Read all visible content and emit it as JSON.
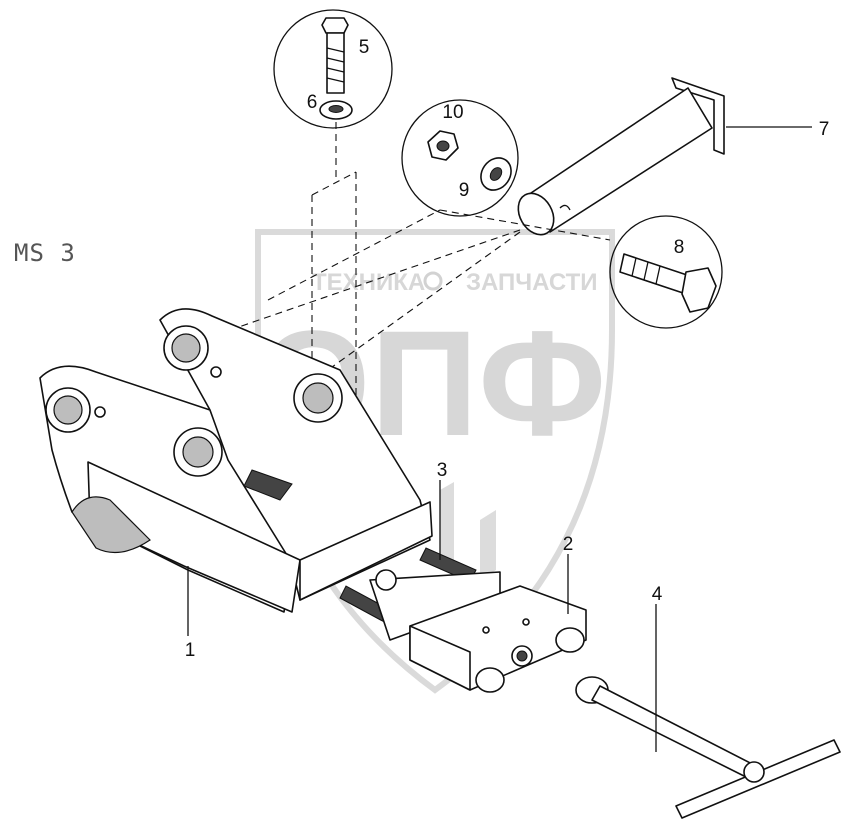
{
  "drawing": {
    "code": "MS   3",
    "watermark": {
      "top_left": "ТЕХНИКА",
      "top_right": "ЗАПЧАСТИ",
      "big": "ЭПФ"
    },
    "callouts": [
      "1",
      "2",
      "3",
      "4",
      "5",
      "6",
      "7",
      "8",
      "9",
      "10"
    ]
  }
}
